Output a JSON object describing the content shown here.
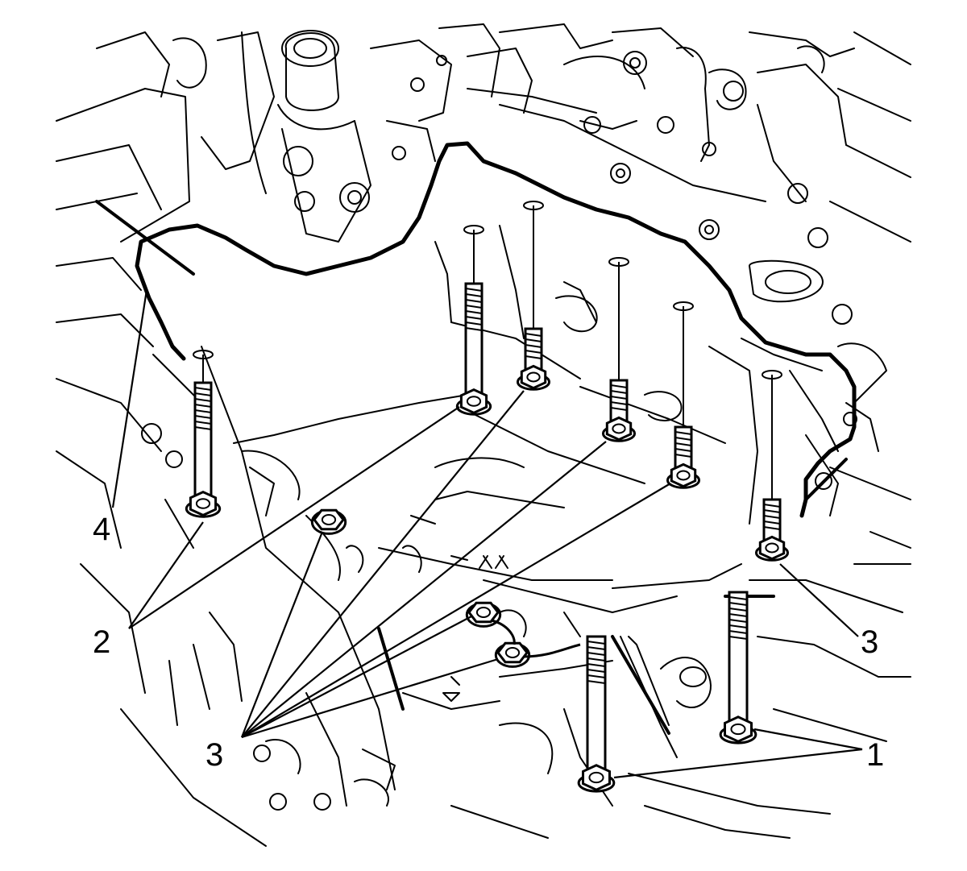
{
  "colors": {
    "ink": "#000000",
    "paper": "#ffffff"
  },
  "callouts": [
    {
      "id": "1",
      "label": "1",
      "part": "bolt"
    },
    {
      "id": "2",
      "label": "2",
      "part": "bolt"
    },
    {
      "id": "3a",
      "label": "3",
      "part": "bolt"
    },
    {
      "id": "3b",
      "label": "3",
      "part": "bolt"
    },
    {
      "id": "4",
      "label": "4",
      "part": "gasket"
    }
  ]
}
